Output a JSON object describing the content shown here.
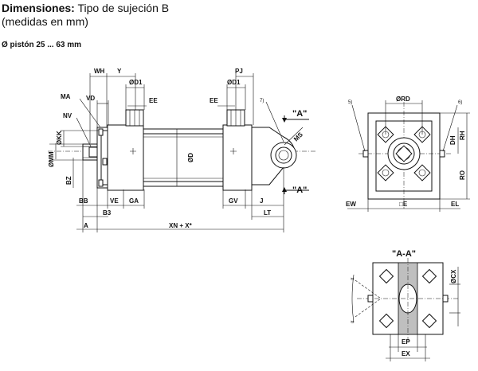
{
  "header": {
    "title_bold": "Dimensiones:",
    "title_rest": " Tipo de sujeción B",
    "subtitle": "(medidas en mm)",
    "piston_range": "Ø pistón 25 ... 63 mm"
  },
  "side_view": {
    "WH": "WH",
    "Y": "Y",
    "OD1_left": "ØD1",
    "OD1_right": "ØD1",
    "PJ": "PJ",
    "MA": "MA",
    "VD": "VD",
    "EE_left": "EE",
    "EE_right": "EE",
    "NV": "NV",
    "OKK": "ØKK",
    "OMM": "ØMM",
    "BZ": "BZ",
    "OD": "ØD",
    "BB": "BB",
    "VE": "VE",
    "GA": "GA",
    "GV": "GV",
    "J": "J",
    "B3": "B3",
    "LT": "LT",
    "A": "A",
    "XN": "XN + X*",
    "MS": "MS",
    "note7": "7)",
    "section_top": "\"A\"",
    "section_bottom": "\"A\""
  },
  "end_view": {
    "note5": "5)",
    "note6": "6)",
    "ORD": "ØRD",
    "DH": "DH",
    "RH": "RH",
    "RO": "RO",
    "EW": "EW",
    "E": "□E",
    "EL": "EL"
  },
  "section_view": {
    "title": "\"A-A\"",
    "OCX": "ØCX",
    "EP": "EP",
    "EX": "EX",
    "angle_top": "α",
    "angle_bottom": "α"
  }
}
